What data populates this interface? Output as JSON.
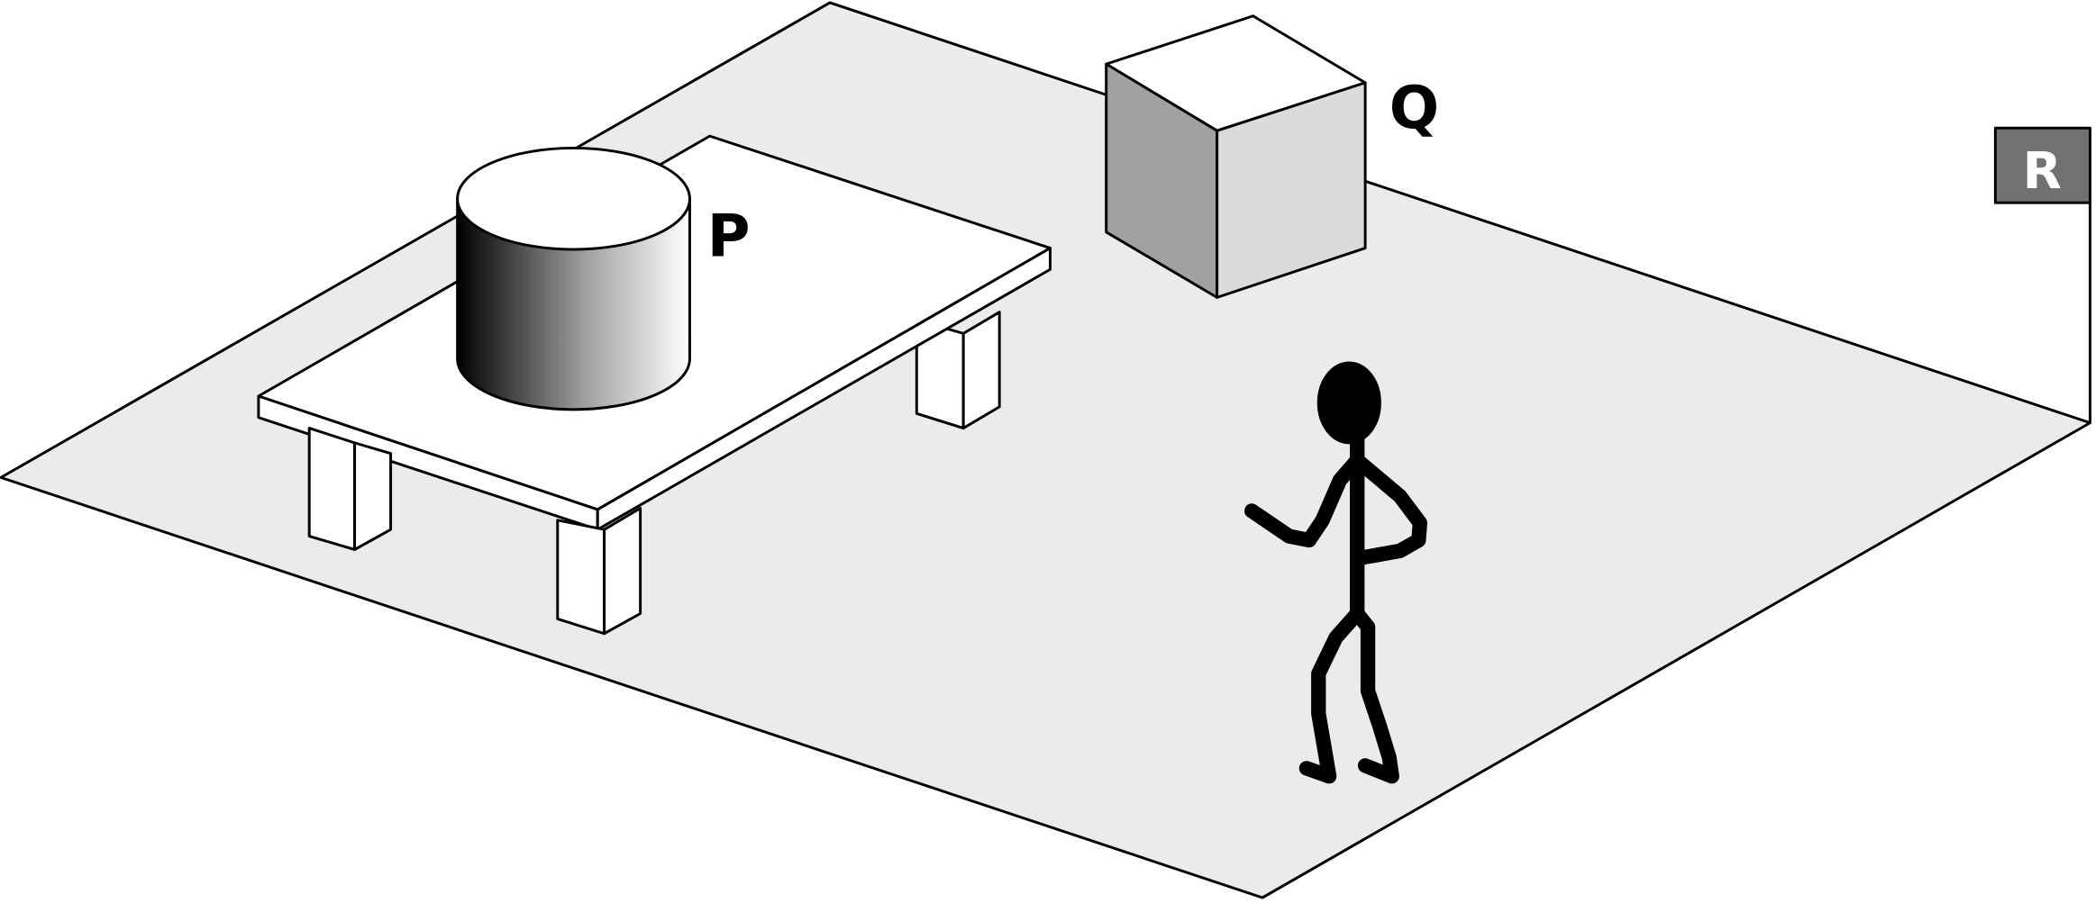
{
  "labels": {
    "p": "P",
    "q": "Q",
    "r": "R"
  },
  "colors": {
    "floor": "#ebebec",
    "cube_left": "#a0a1a3",
    "cube_right": "#dadbdc",
    "sign": "#717171",
    "line": "#000000"
  }
}
